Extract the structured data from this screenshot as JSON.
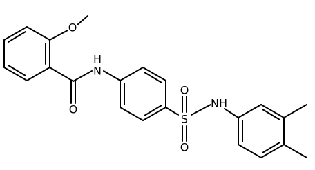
{
  "molecule": {
    "atoms": {
      "methoxy_o": "O",
      "amide_o": "O",
      "amide_nh": "N\nH",
      "sulfonyl_s": "S",
      "sulfonyl_o_top": "O",
      "sulfonyl_o_bottom": "O",
      "sulfonamide_nh": "NH"
    },
    "amide_nh_parts": [
      "N",
      "H"
    ],
    "colors": {
      "bond": "#000000",
      "label": "#000000",
      "background": "#ffffff"
    }
  }
}
